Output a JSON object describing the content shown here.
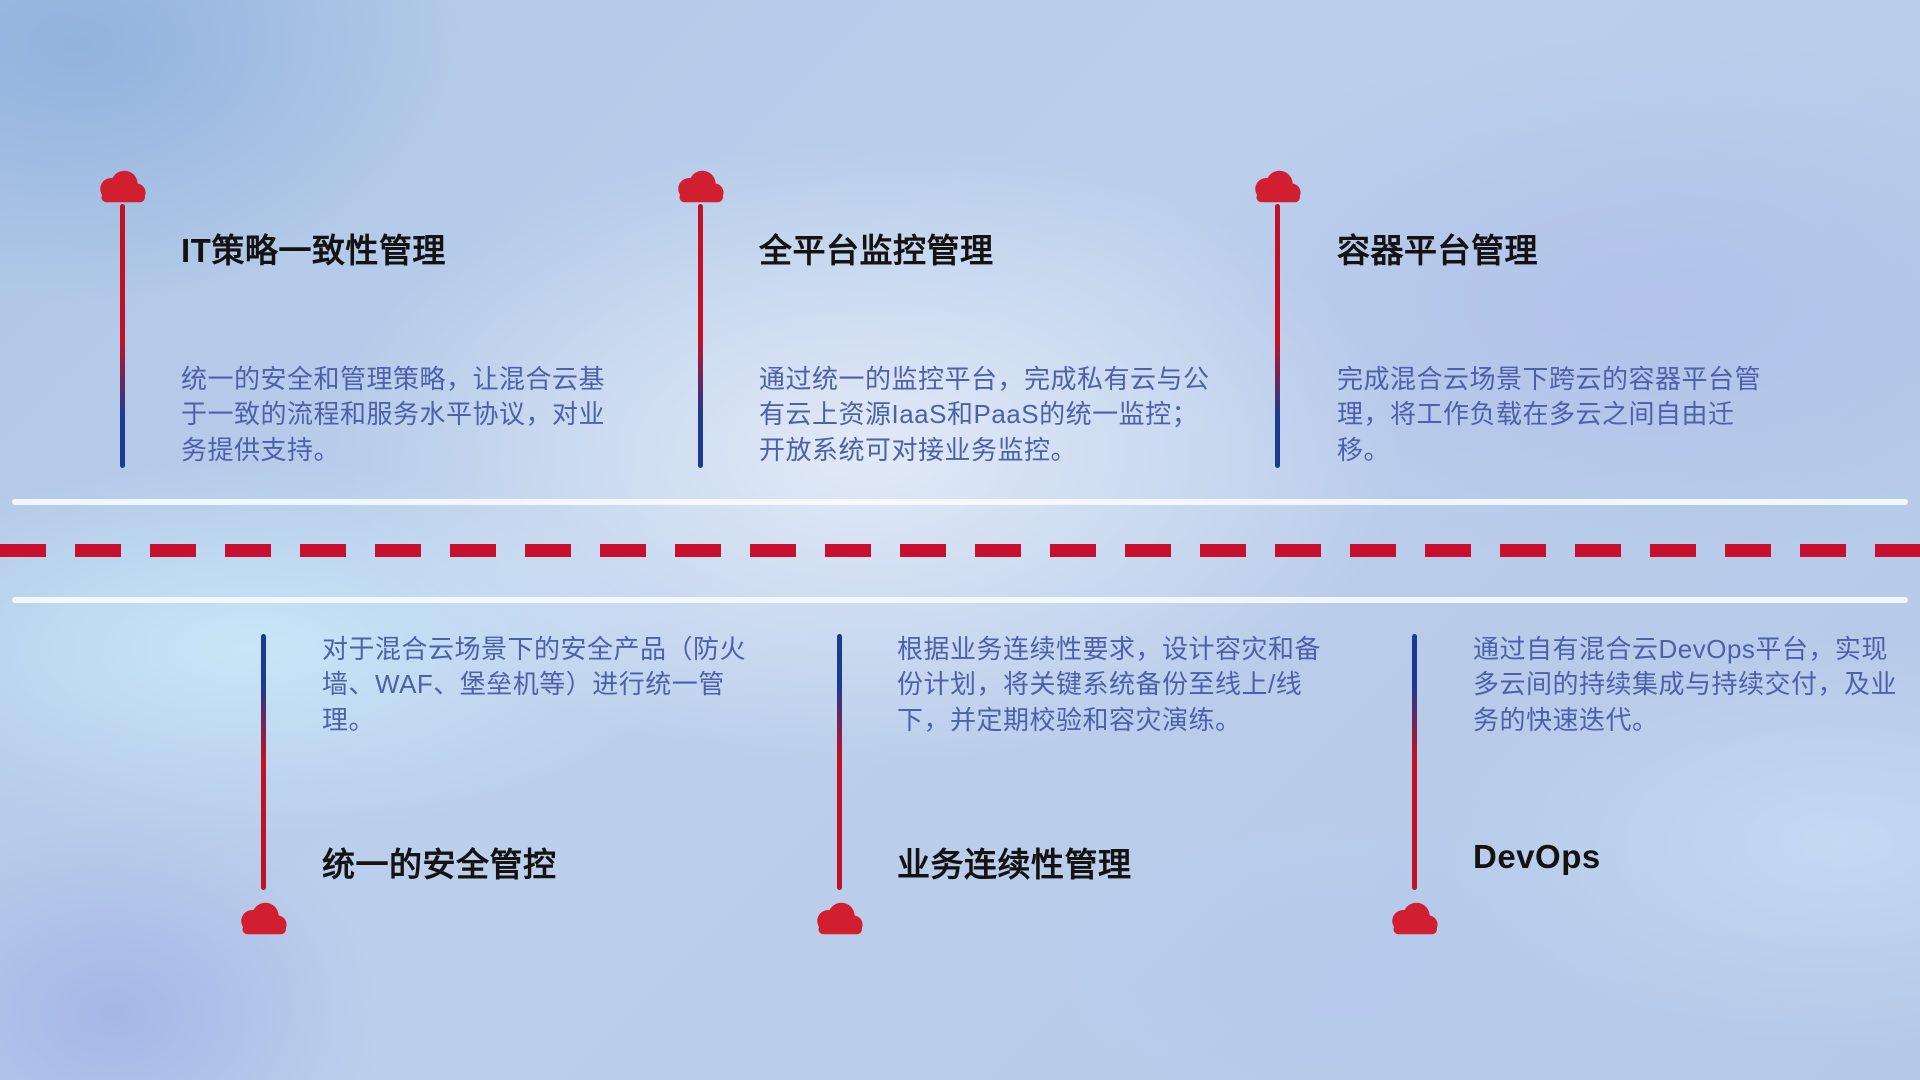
{
  "top_items": [
    {
      "title": "IT策略一致性管理",
      "description": "统一的安全和管理策略，让混合云基于一致的流程和服务水平协议，对业务提供支持。"
    },
    {
      "title": "全平台监控管理",
      "description": "通过统一的监控平台，完成私有云与公有云上资源IaaS和PaaS的统一监控；开放系统可对接业务监控。"
    },
    {
      "title": "容器平台管理",
      "description": "完成混合云场景下跨云的容器平台管理，将工作负载在多云之间自由迁移。"
    }
  ],
  "bottom_items": [
    {
      "title": "统一的安全管控",
      "description": "对于混合云场景下的安全产品（防火墙、WAF、堡垒机等）进行统一管理。"
    },
    {
      "title": "业务连续性管理",
      "description": "根据业务连续性要求，设计容灾和备份计划，将关键系统备份至线上/线下，并定期校验和容灾演练。"
    },
    {
      "title": "DevOps",
      "description": "通过自有混合云DevOps平台，实现多云间的持续集成与持续交付，及业务的快速迭代。"
    }
  ],
  "colors": {
    "cloud_red": "#d11f2f",
    "stick_red": "#c01127",
    "stick_blue": "#1d3b8d",
    "title_text": "#131313",
    "description_text": "#4d61ab",
    "dashed_line": "#c8102e",
    "white_line": "#f8fcff",
    "background_base": "#b6cde9"
  }
}
